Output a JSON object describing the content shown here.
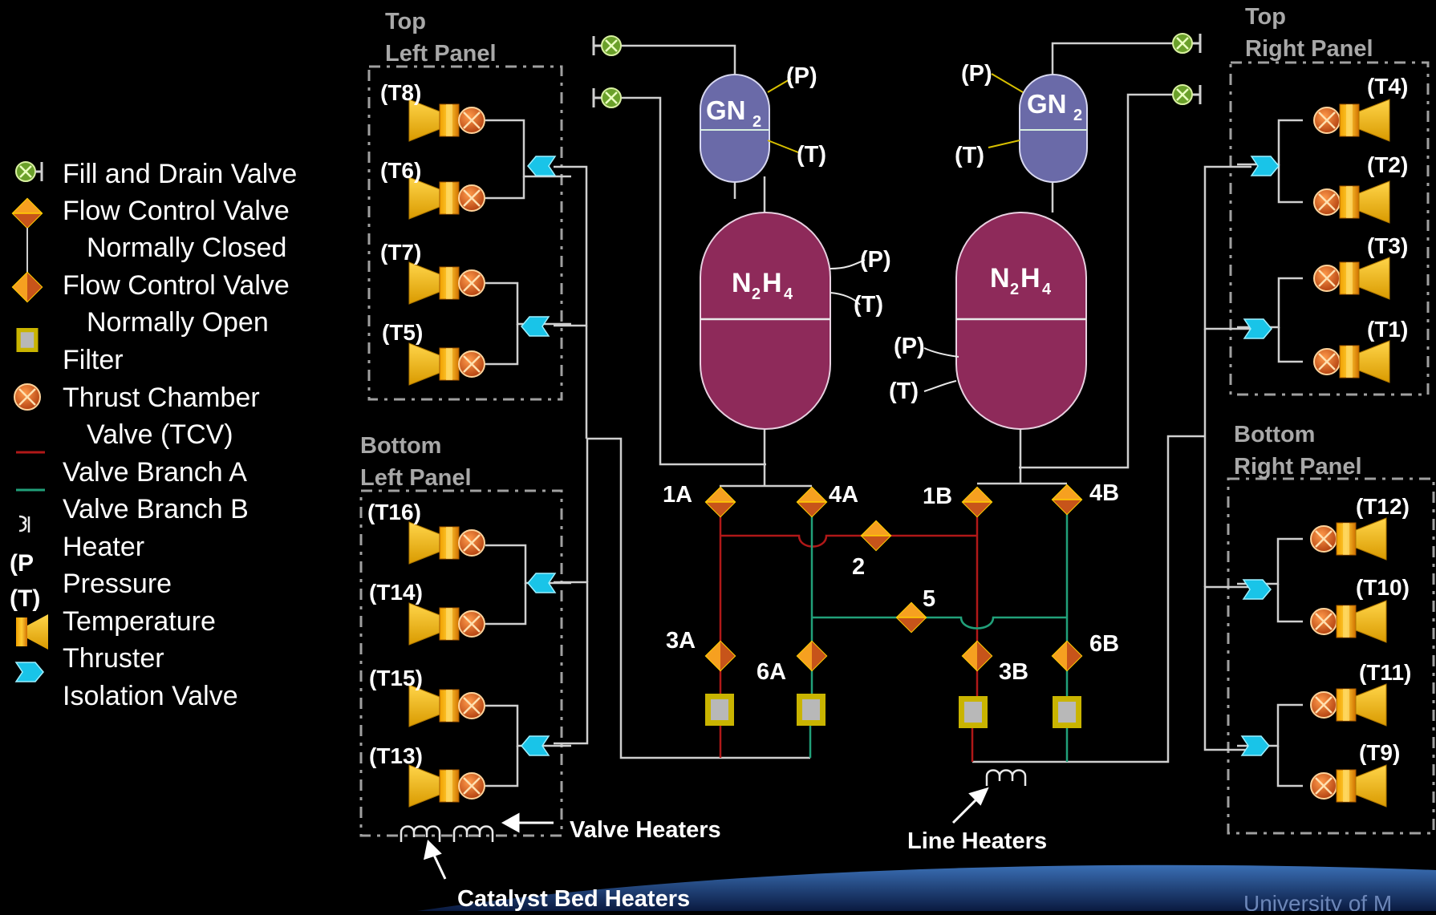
{
  "legend": {
    "fill_drain": "Fill and Drain Valve",
    "fcv_closed_1": "Flow Control Valve",
    "fcv_closed_2": "Normally Closed",
    "fcv_open_1": "Flow Control Valve",
    "fcv_open_2": "Normally Open",
    "filter": "Filter",
    "tcv_1": "Thrust Chamber",
    "tcv_2": "Valve (TCV)",
    "branch_a": "Valve Branch A",
    "branch_b": "Valve Branch B",
    "heater": "Heater",
    "pressure": "Pressure",
    "temperature": "Temperature",
    "thruster": "Thruster",
    "isolation": "Isolation Valve",
    "p_symbol": "(P",
    "t_symbol": "(T)"
  },
  "panels": {
    "top_left_1": "Top",
    "top_left_2": "Left Panel",
    "bottom_left_1": "Bottom",
    "bottom_left_2": "Left Panel",
    "top_right_1": "Top",
    "top_right_2": "Right Panel",
    "bottom_right_1": "Bottom",
    "bottom_right_2": "Right Panel"
  },
  "thrusters": {
    "t8": "(T8)",
    "t6": "(T6)",
    "t7": "(T7)",
    "t5": "(T5)",
    "t16": "(T16)",
    "t14": "(T14)",
    "t15": "(T15)",
    "t13": "(T13)",
    "t4": "(T4)",
    "t2": "(T2)",
    "t3": "(T3)",
    "t1": "(T1)",
    "t12": "(T12)",
    "t10": "(T10)",
    "t11": "(T11)",
    "t9": "(T9)"
  },
  "tanks": {
    "gn2": "GN",
    "gn2_sub": "2",
    "n2h4_n": "N",
    "n2h4_sub1": "2",
    "n2h4_h": "H",
    "n2h4_sub2": "4",
    "p": "(P)",
    "t": "(T)"
  },
  "valves": {
    "v1a": "1A",
    "v4a": "4A",
    "v1b": "1B",
    "v4b": "4B",
    "v2": "2",
    "v5": "5",
    "v3a": "3A",
    "v6a": "6A",
    "v3b": "3B",
    "v6b": "6B"
  },
  "annotations": {
    "valve_heaters": "Valve Heaters",
    "line_heaters": "Line Heaters",
    "catalyst_heaters": "Catalyst Bed Heaters",
    "footer": "University of M"
  },
  "colors": {
    "branch_a": "#b01818",
    "branch_b": "#21a07a",
    "line": "#cfcfcf",
    "tank_n2h4": "#8e2a5a",
    "tank_gn2": "#6a6aa8",
    "valve_orange": "#e08a1e",
    "thruster_cyan": "#19c4e8",
    "panel_gray": "#a0a0a0"
  }
}
